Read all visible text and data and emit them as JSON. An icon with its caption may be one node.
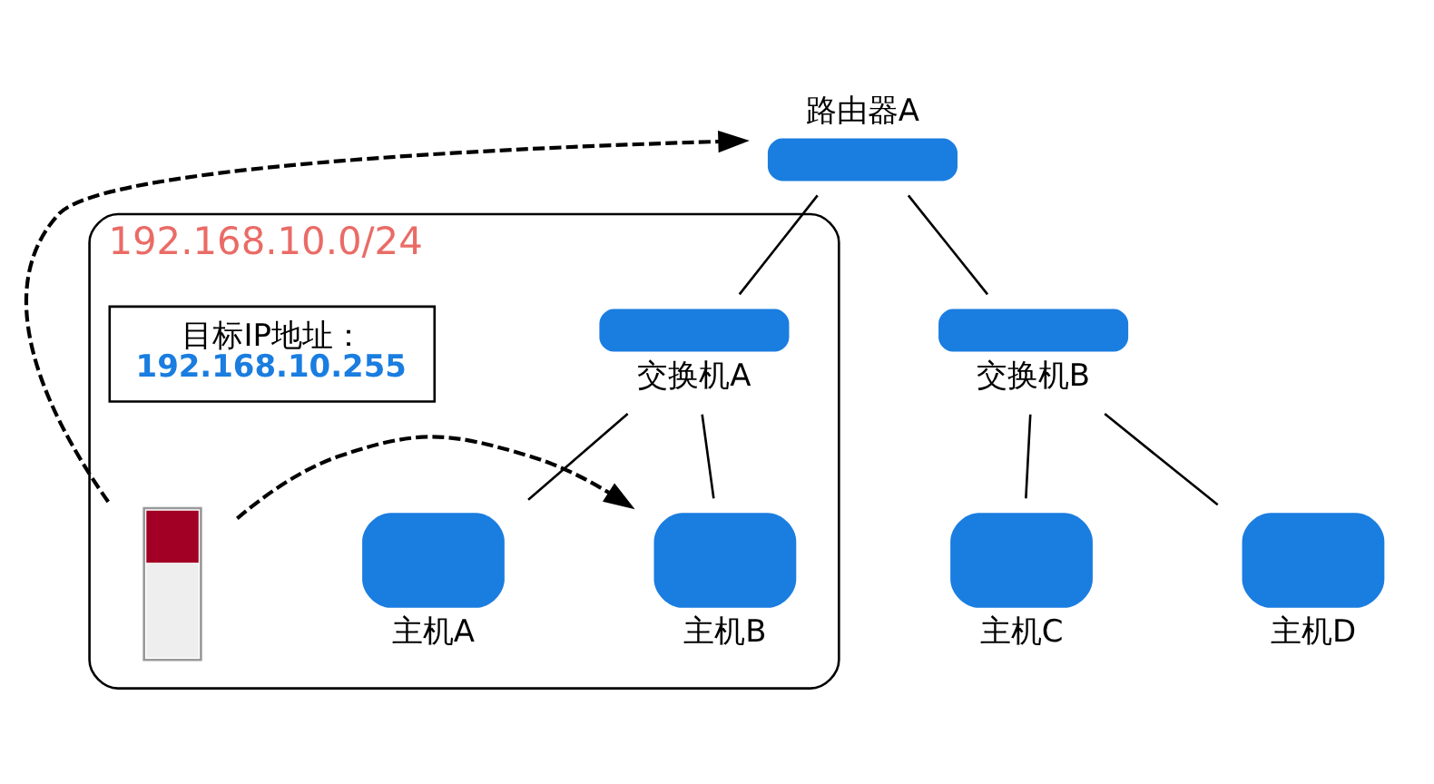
{
  "diagram": {
    "nodes": [
      {
        "text": [
          "192.168.10.0/24"
        ]
      },
      {
        "text": [
          "路由器A"
        ]
      },
      {
        "text": [
          "交换机A"
        ],
        "in": 0
      },
      {
        "text": [
          "交换机B"
        ]
      },
      {
        "text": [
          "主机A"
        ],
        "in": 0
      },
      {
        "text": [
          "主机B"
        ],
        "in": 0
      },
      {
        "text": [
          "主机C"
        ]
      },
      {
        "text": [
          "主机D"
        ]
      },
      {
        "text": [
          "目标IP地址：",
          "192.168.10.255"
        ],
        "in": 0
      },
      {
        "text": [],
        "shape": "bar",
        "in": 0
      }
    ],
    "edges": [
      {
        "from": 1,
        "to": 2,
        "arrow": "none"
      },
      {
        "from": 1,
        "to": 3,
        "arrow": "none"
      },
      {
        "from": 2,
        "to": 4,
        "arrow": "none"
      },
      {
        "from": 2,
        "to": 5,
        "arrow": "none"
      },
      {
        "from": 3,
        "to": 6,
        "arrow": "none"
      },
      {
        "from": 3,
        "to": 7,
        "arrow": "none"
      },
      {
        "from": 9,
        "to": 1,
        "arrow": "to",
        "style": "dashed"
      },
      {
        "from": 9,
        "to": 5,
        "arrow": "to",
        "style": "dashed"
      }
    ]
  }
}
